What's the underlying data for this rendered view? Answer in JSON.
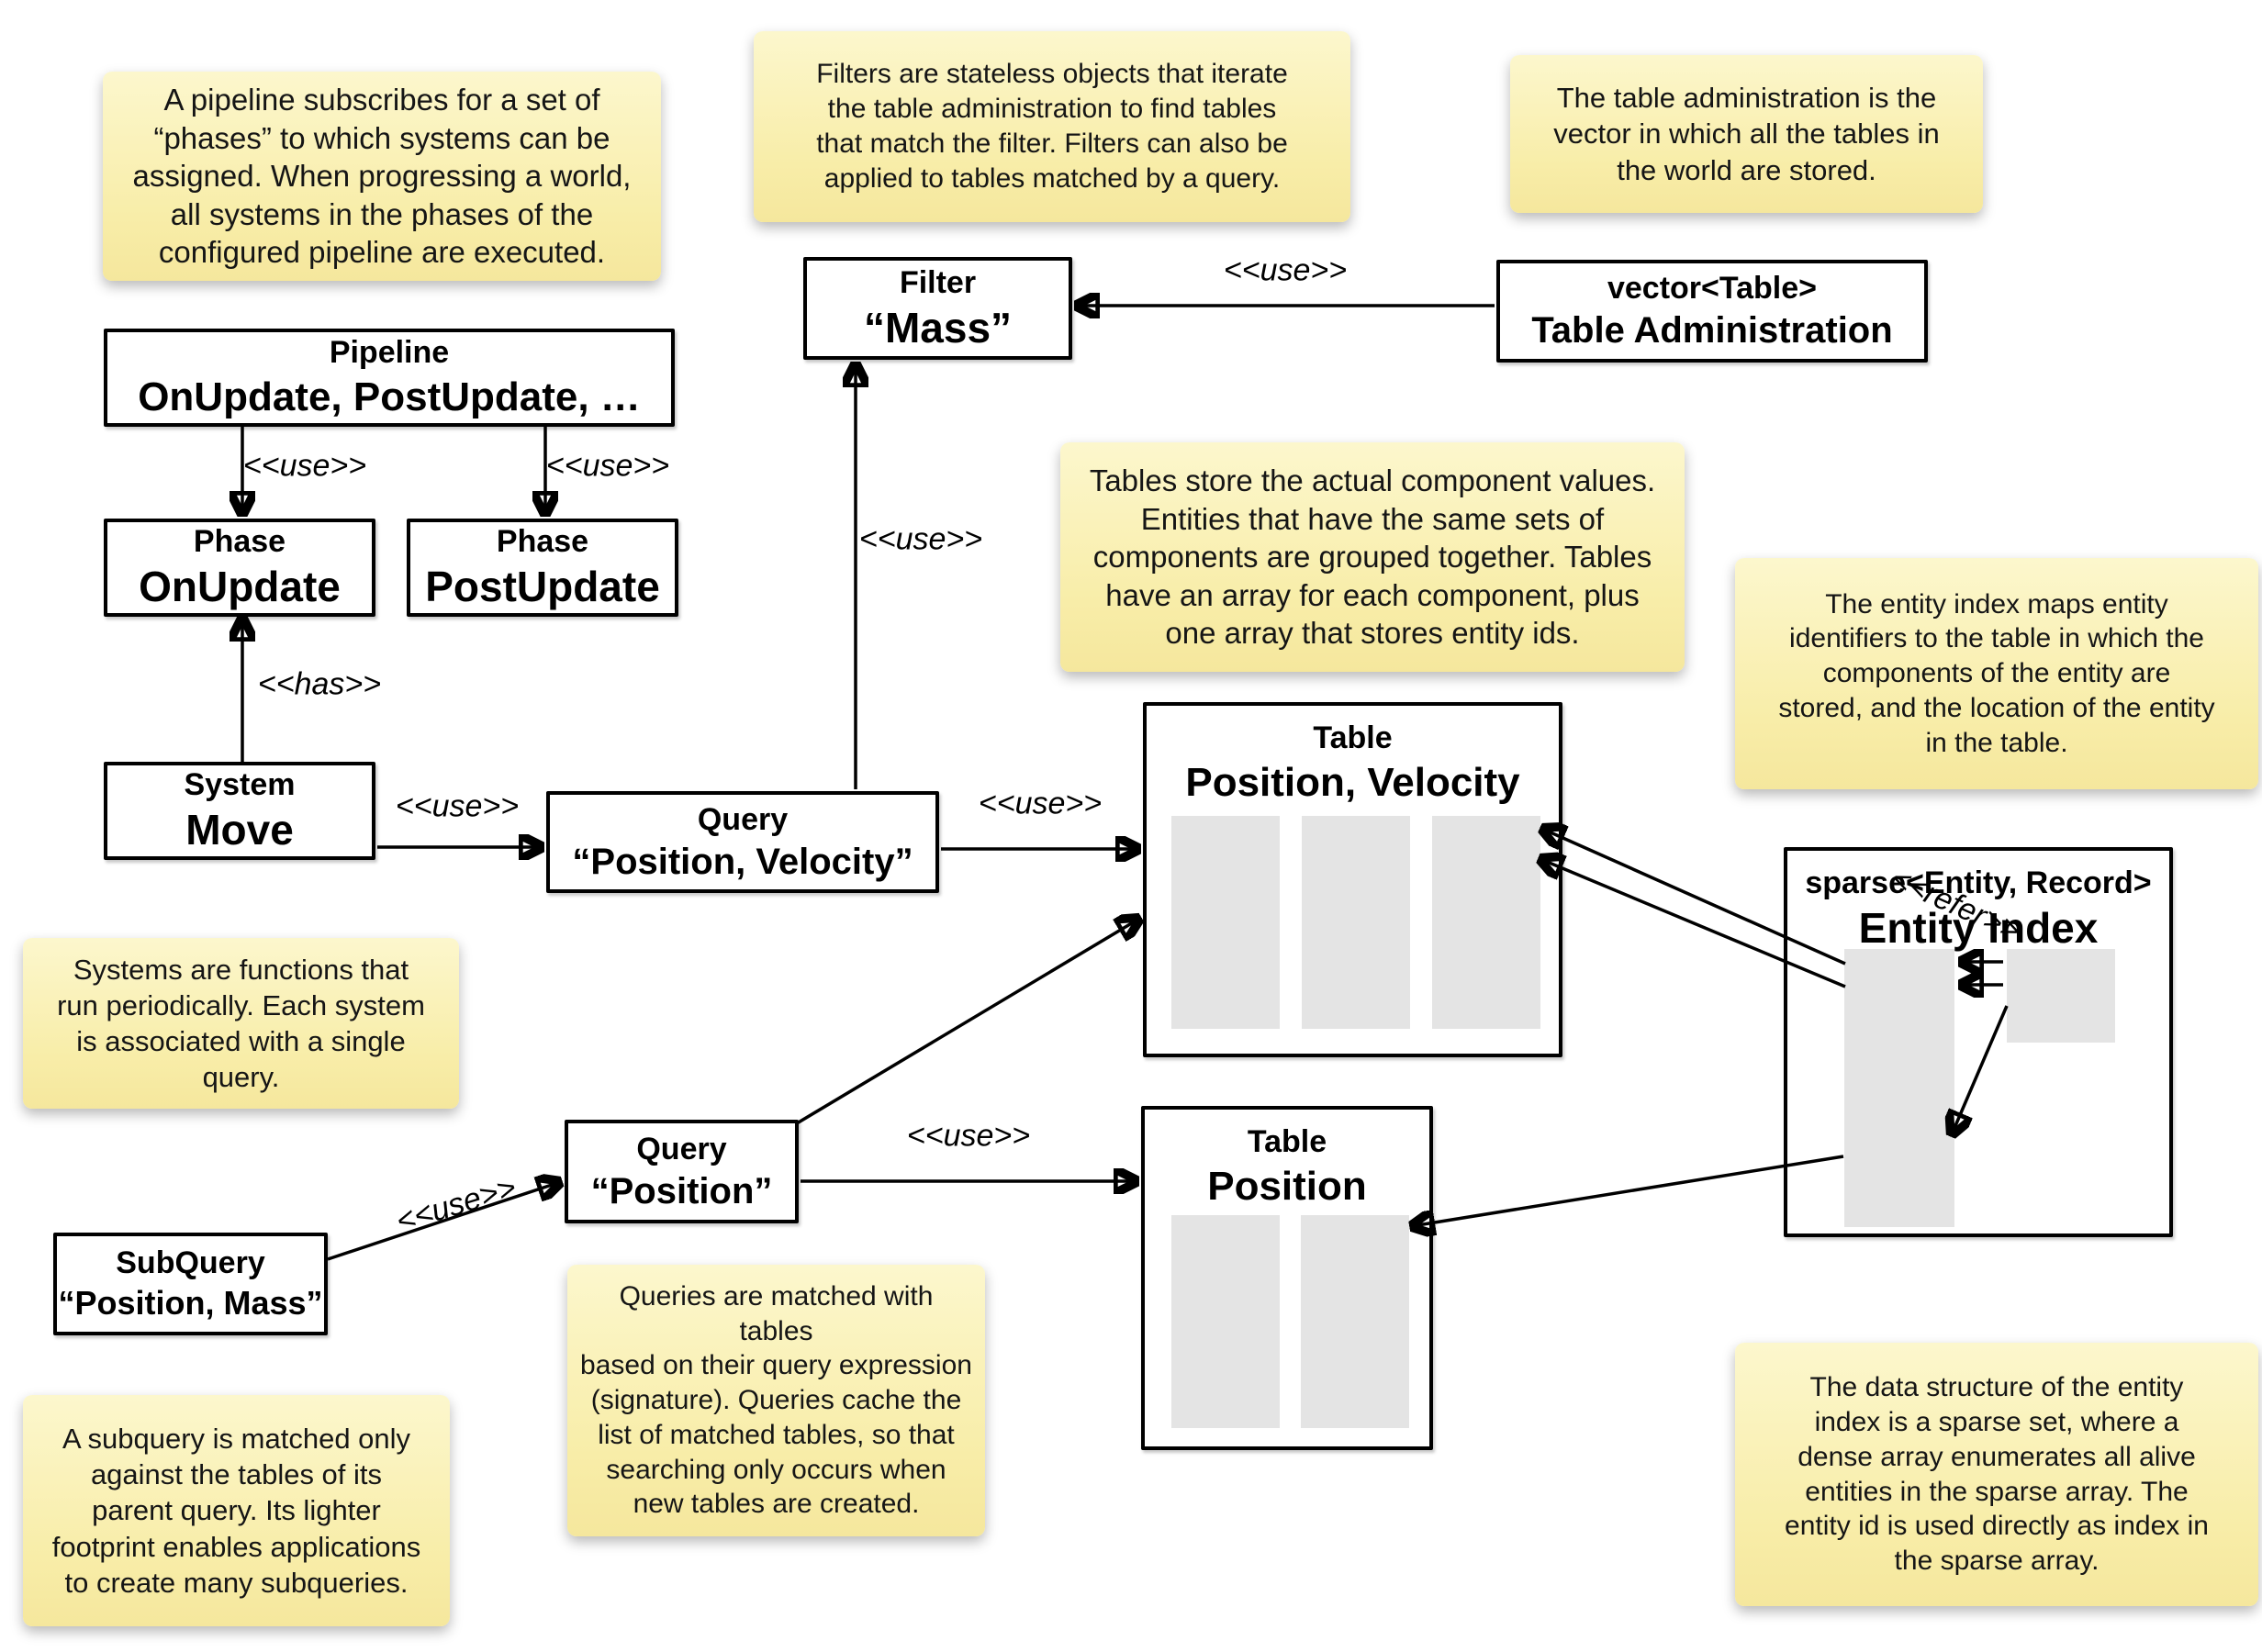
{
  "diagram": {
    "notes": {
      "pipeline": "A pipeline subscribes for a set of\n“phases” to which systems can be\nassigned. When progressing a world,\nall systems in the phases of the\nconfigured pipeline are executed.",
      "filters": "Filters are stateless objects that iterate\nthe table administration to find tables\nthat match the filter. Filters can also be\napplied to tables matched by a query.",
      "table_admin": "The table administration is the\nvector in which all the tables in\nthe world are stored.",
      "tables": "Tables store the actual component values.\nEntities that have the same sets of\ncomponents are grouped together. Tables\nhave an array for each component, plus\none array that stores entity ids.",
      "entity_index": "The entity index maps entity\nidentifiers to the table in which the\ncomponents of the entity are\nstored, and the location of the entity\nin the table.",
      "systems": "Systems are functions that\nrun periodically. Each system\nis associated with a single\nquery.",
      "queries": "Queries are matched with tables\nbased on their query expression\n(signature). Queries cache the\nlist of matched tables, so that\nsearching only occurs when\nnew tables are created.",
      "subquery": "A subquery is matched only\nagainst the tables of its\nparent query. Its lighter\nfootprint enables applications\nto create many subqueries.",
      "sparse_set": "The data structure of the entity\nindex is a sparse set, where a\ndense array enumerates all alive\nentities in the sparse array. The\nentity id is used directly as index in\nthe sparse array."
    },
    "nodes": {
      "pipeline": {
        "stereotype": "Pipeline",
        "name": "OnUpdate, PostUpdate, …"
      },
      "phase_onupdate": {
        "stereotype": "Phase",
        "name": "OnUpdate"
      },
      "phase_postupdate": {
        "stereotype": "Phase",
        "name": "PostUpdate"
      },
      "system_move": {
        "stereotype": "System",
        "name": "Move"
      },
      "query_position_velocity": {
        "stereotype": "Query",
        "name": "“Position, Velocity”"
      },
      "filter_mass": {
        "stereotype": "Filter",
        "name": "“Mass”"
      },
      "table_administration": {
        "stereotype": "vector<Table>",
        "name": "Table Administration"
      },
      "table_position_velocity": {
        "stereotype": "Table",
        "name": "Position, Velocity"
      },
      "table_position": {
        "stereotype": "Table",
        "name": "Position"
      },
      "query_position": {
        "stereotype": "Query",
        "name": "“Position”"
      },
      "subquery_position_mass": {
        "stereotype": "SubQuery",
        "name": "“Position, Mass”"
      },
      "entity_index": {
        "stereotype": "sparse<Entity, Record>",
        "name": "Entity Index"
      }
    },
    "edge_labels": {
      "use": "<<use>>",
      "has": "<<has>>",
      "refer": "<<refer>>"
    }
  }
}
